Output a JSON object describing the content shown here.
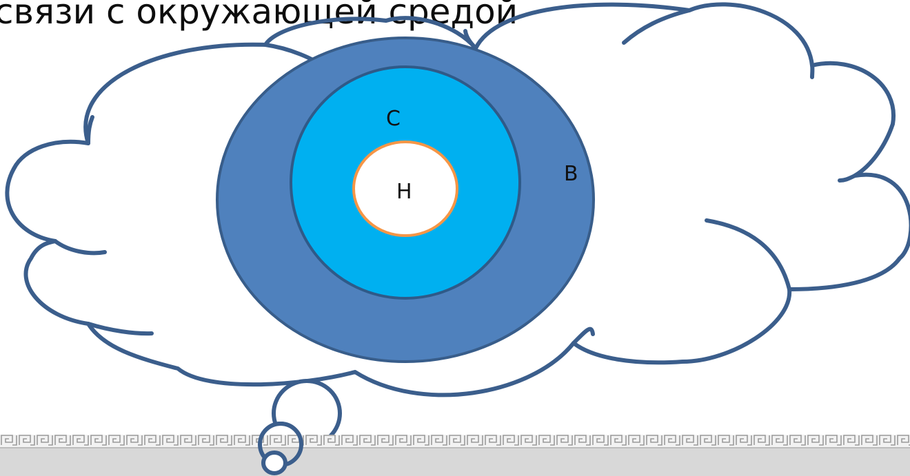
{
  "slide": {
    "title": "связи с окружающей средой"
  },
  "diagram": {
    "labels": {
      "outer": "В",
      "middle": "С",
      "inner": "Н"
    },
    "colors": {
      "outer_fill": "#4f81bd",
      "outer_stroke": "#385d8a",
      "middle_fill": "#00b0f0",
      "middle_stroke": "#2f5a88",
      "inner_fill": "#ffffff",
      "inner_stroke": "#f79646",
      "cloud_stroke": "#3b5e8c",
      "cloud_fill": "#ffffff"
    }
  },
  "footer": {
    "pattern": "greek-key-border"
  }
}
